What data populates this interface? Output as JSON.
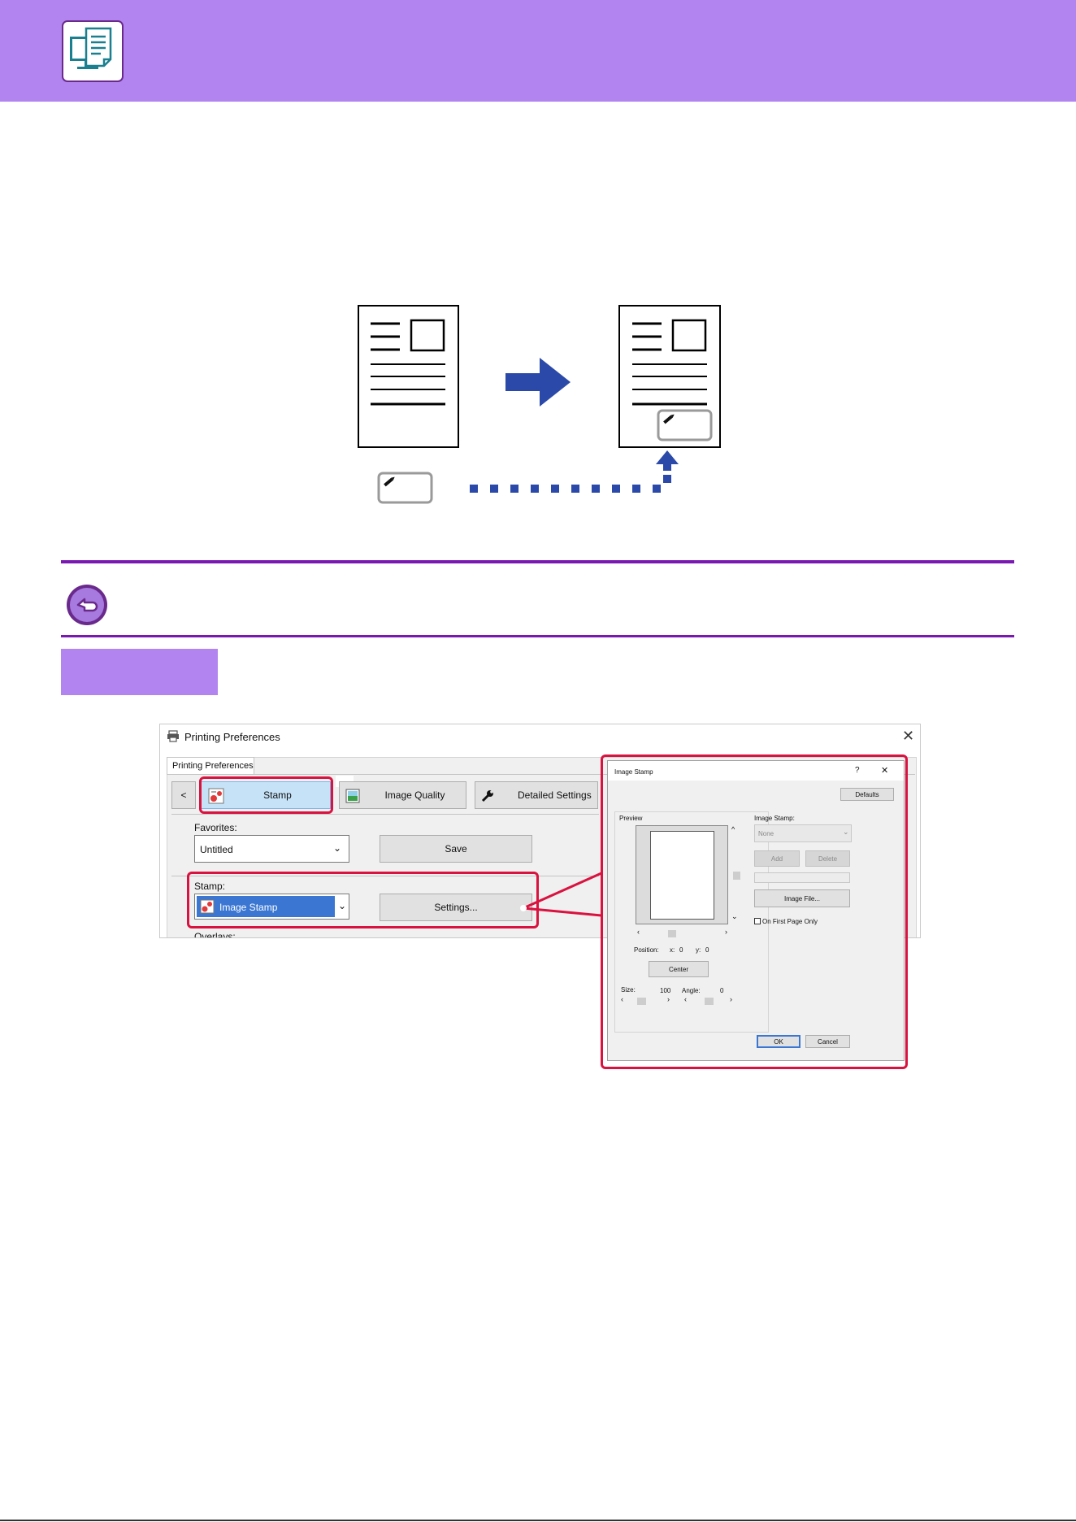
{
  "colors": {
    "header": "#b284f0",
    "rule": "#7a18b2",
    "highlight": "#d9123f",
    "illustration": "#2b49a8",
    "select": "#3b77d2"
  },
  "icons": [
    "printer-driver-icon",
    "back-arrow-icon",
    "printer-icon",
    "stamp-icon",
    "image-quality-icon",
    "wrench-icon",
    "pencil-icon",
    "close-icon"
  ],
  "printing_preferences": {
    "title": "Printing Preferences",
    "tab": "Printing Preferences",
    "nav_prev": "<",
    "tabs": {
      "stamp": "Stamp",
      "image_quality": "Image Quality",
      "detailed_settings": "Detailed Settings"
    },
    "favorites_label": "Favorites:",
    "favorites_value": "Untitled",
    "save_button": "Save",
    "stamp_label": "Stamp:",
    "stamp_value": "Image Stamp",
    "settings_button": "Settings...",
    "overlays_label": "Overlays:"
  },
  "image_stamp_dialog": {
    "title": "Image Stamp",
    "help": "?",
    "defaults_button": "Defaults",
    "preview_label": "Preview",
    "image_stamp_label": "Image Stamp:",
    "image_stamp_value": "None",
    "add_button": "Add",
    "delete_button": "Delete",
    "image_file_button": "Image File...",
    "first_page_only": "On First Page Only",
    "position_label": "Position:",
    "x_label": "x:",
    "x_value": "0",
    "y_label": "y:",
    "y_value": "0",
    "center_button": "Center",
    "size_label": "Size:",
    "size_value": "100",
    "angle_label": "Angle:",
    "angle_value": "0",
    "ok_button": "OK",
    "cancel_button": "Cancel"
  }
}
